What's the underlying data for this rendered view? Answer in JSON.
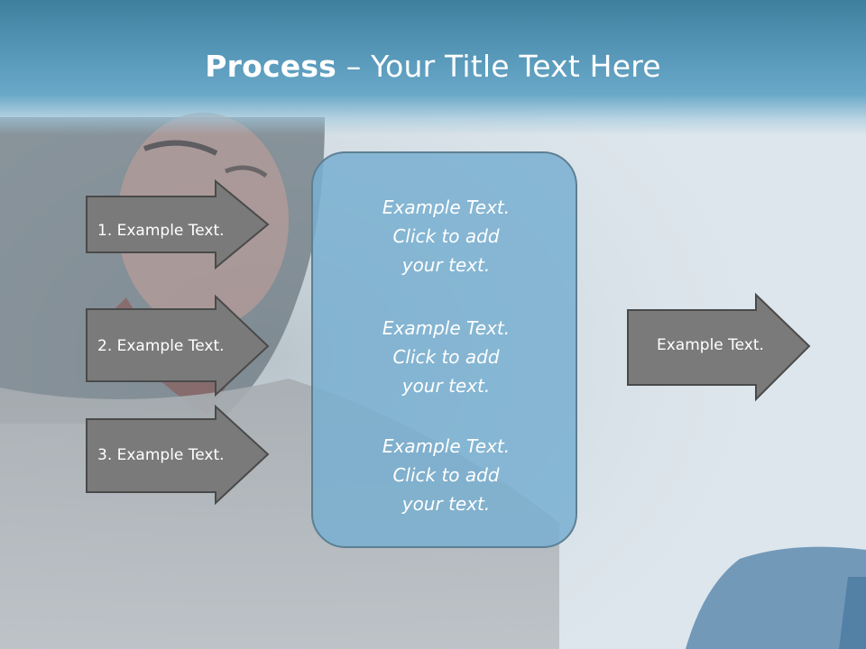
{
  "slide": {
    "title_bold": "Process",
    "title_rest": " – Your Title Text Here",
    "left_arrows": [
      {
        "label": "1. Example Text."
      },
      {
        "label": "2. Example Text."
      },
      {
        "label": "3. Example Text."
      }
    ],
    "center_blocks": [
      {
        "text": "Example Text.\nClick  to add\nyour text."
      },
      {
        "text": "Example Text.\nClick  to add\nyour text."
      },
      {
        "text": "Example Text.\nClick  to add\nyour text."
      }
    ],
    "right_arrow": {
      "label": "Example Text."
    }
  },
  "colors": {
    "header": "#5a9abb",
    "arrow_fill": "#7a7a7a",
    "arrow_border": "#4a4a4a",
    "box_fill": "#78afd0",
    "box_border": "#5d7f94"
  }
}
